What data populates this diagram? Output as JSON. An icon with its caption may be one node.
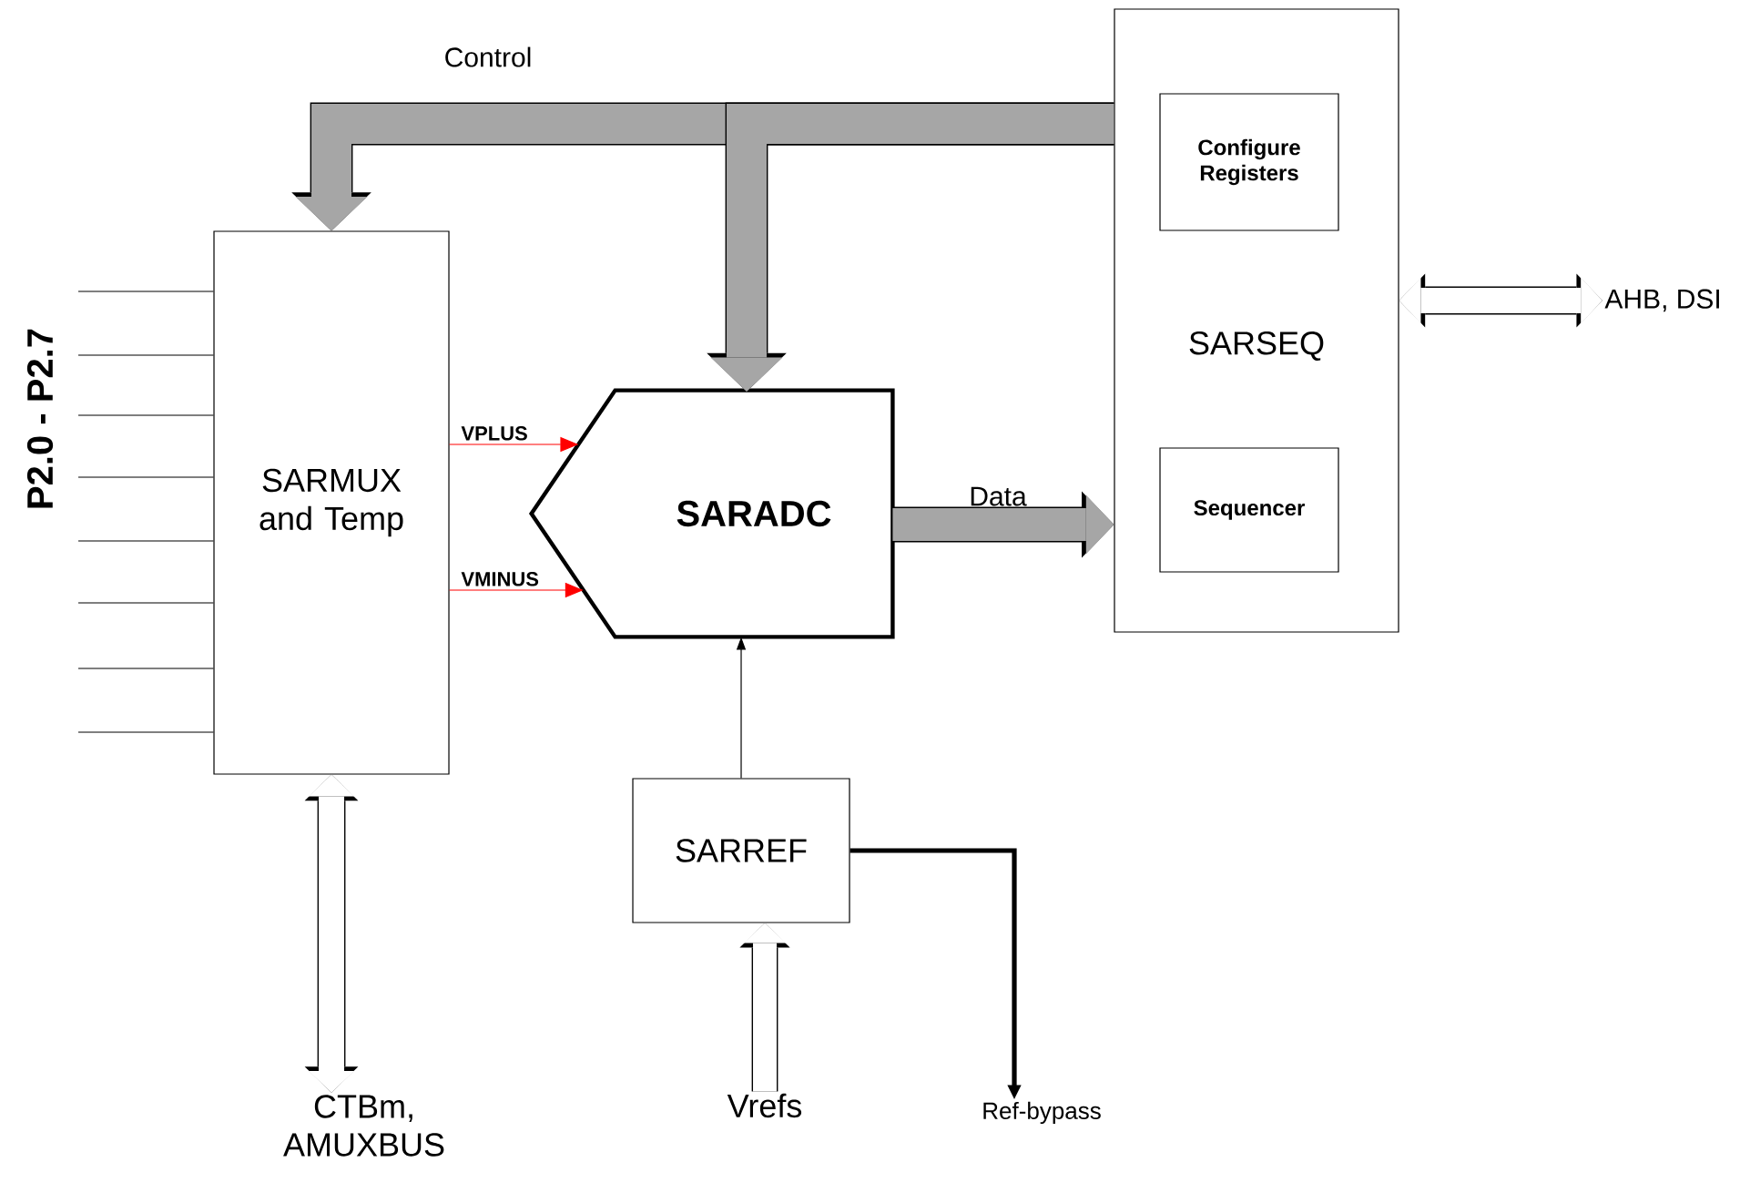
{
  "diagram": {
    "nodes": [
      {
        "text": [
          "SARMUX and Temp"
        ]
      },
      {
        "text": [
          "SARADC"
        ]
      },
      {
        "text": [
          "SARSEQ"
        ]
      },
      {
        "text": [
          "Configure Registers"
        ],
        "in": 2
      },
      {
        "text": [
          "Sequencer"
        ],
        "in": 2
      },
      {
        "text": [
          "SARREF"
        ]
      },
      {
        "text": [
          "AHB, DSI"
        ]
      },
      {
        "text": [
          "CTBm, AMUXBUS"
        ]
      },
      {
        "text": [
          "Vrefs"
        ]
      },
      {
        "text": [
          "Ref-bypass"
        ]
      }
    ],
    "edges": [
      {
        "from": 2,
        "to": 0,
        "arrow": "to",
        "label": "Control",
        "style": "thick",
        "color": "#a6a6a6"
      },
      {
        "from": 2,
        "to": 1,
        "arrow": "to",
        "style": "thick",
        "color": "#a6a6a6"
      },
      {
        "from": 0,
        "to": 1,
        "arrow": "to",
        "label": "VPLUS",
        "color": "#ff0000"
      },
      {
        "from": 0,
        "to": 1,
        "arrow": "to",
        "label": "VMINUS",
        "color": "#ff0000"
      },
      {
        "from": 1,
        "to": 2,
        "arrow": "to",
        "label": "Data",
        "style": "thick",
        "color": "#a6a6a6"
      },
      {
        "from": 5,
        "to": 1,
        "arrow": "to"
      },
      {
        "from": 8,
        "to": 5,
        "arrow": "to",
        "style": "thick",
        "color": "#ffffff"
      },
      {
        "from": 5,
        "to": 9,
        "arrow": "to",
        "style": "thick"
      },
      {
        "from": 2,
        "to": 6,
        "arrow": "both",
        "style": "thick",
        "color": "#ffffff"
      },
      {
        "from": 0,
        "to": 7,
        "arrow": "both",
        "style": "thick",
        "color": "#ffffff"
      },
      {
        "from": null,
        "to": 0,
        "arrow": "none"
      },
      {
        "from": null,
        "to": 0,
        "arrow": "none"
      },
      {
        "from": null,
        "to": 0,
        "arrow": "none"
      },
      {
        "from": null,
        "to": 0,
        "arrow": "none"
      },
      {
        "from": null,
        "to": 0,
        "arrow": "none"
      },
      {
        "from": null,
        "to": 0,
        "arrow": "none"
      },
      {
        "from": null,
        "to": 0,
        "arrow": "none"
      },
      {
        "from": null,
        "to": 0,
        "arrow": "none"
      }
    ],
    "labels": [
      "P2.0 - P2.7"
    ]
  }
}
